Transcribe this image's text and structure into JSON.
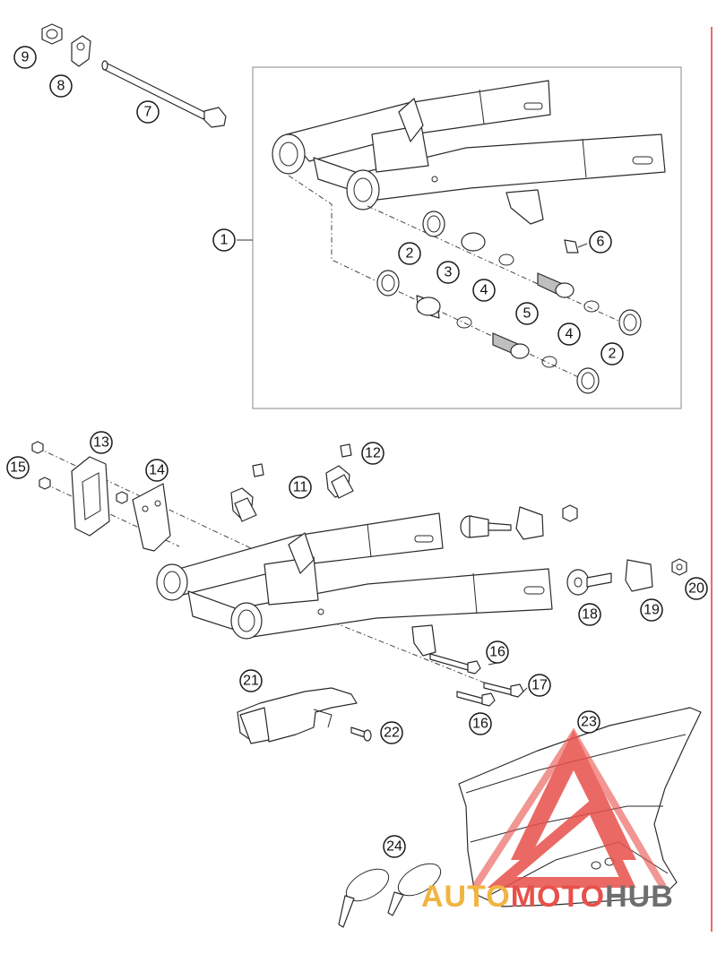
{
  "colors": {
    "line": "#2a2a2a",
    "frame": "#888888",
    "right_rule": "#e33a3a",
    "watermark_red": "#e8504a",
    "watermark_orange": "#f2b441",
    "watermark_gray": "#6e6e6e"
  },
  "callouts": {
    "c1": "1",
    "c2a": "2",
    "c2b": "2",
    "c3": "3",
    "c4a": "4",
    "c4b": "4",
    "c5": "5",
    "c6": "6",
    "c7": "7",
    "c8": "8",
    "c9": "9",
    "c11": "11",
    "c12": "12",
    "c13": "13",
    "c14": "14",
    "c15": "15",
    "c16a": "16",
    "c16b": "16",
    "c17": "17",
    "c18": "18",
    "c19": "19",
    "c20": "20",
    "c21": "21",
    "c22": "22",
    "c23": "23",
    "c24": "24"
  },
  "watermark": {
    "part1": "AUTO",
    "part2": "MOTO",
    "part3": "HUB"
  }
}
